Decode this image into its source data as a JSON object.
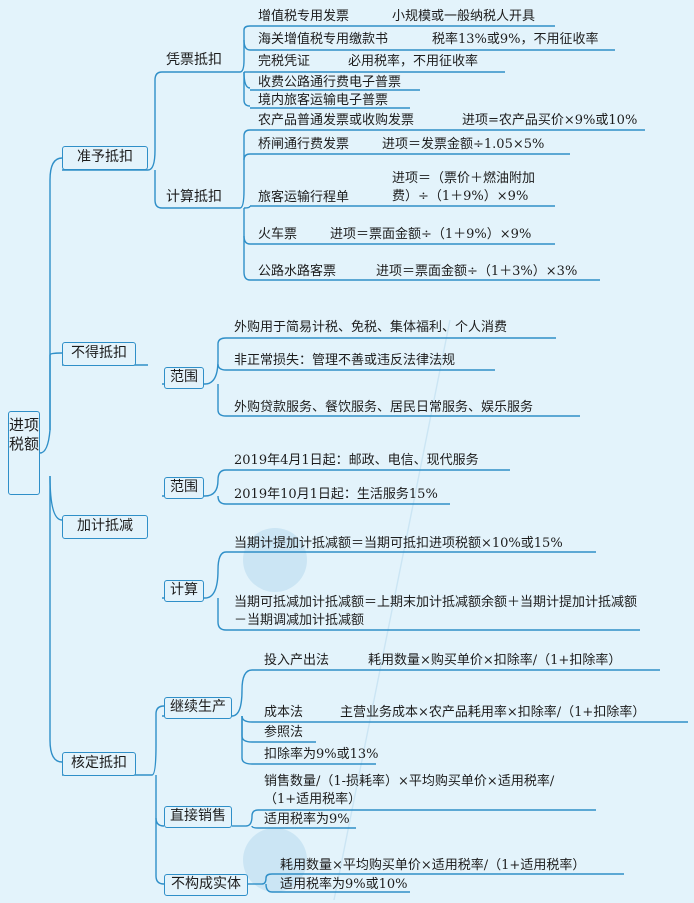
{
  "root": "进项税额",
  "branches": {
    "allow": {
      "label": "准予抵扣",
      "voucher": {
        "label": "凭票抵扣",
        "items": [
          {
            "name": "增值税专用发票",
            "note": "小规模或一般纳税人开具"
          },
          {
            "name": "海关增值税专用缴款书",
            "note": "税率13%或9%，不用征收率"
          },
          {
            "name": "完税凭证",
            "note": "必用税率，不用征收率"
          },
          {
            "name": "收费公路通行费电子普票",
            "note": ""
          },
          {
            "name": "境内旅客运输电子普票",
            "note": ""
          }
        ]
      },
      "calc": {
        "label": "计算抵扣",
        "items": [
          {
            "name": "农产品普通发票或收购发票",
            "note": "进项=农产品买价×9%或10%"
          },
          {
            "name": "桥闸通行费发票",
            "note": "进项＝发票金额÷1.05×5%"
          },
          {
            "name": "旅客运输行程单",
            "note": "进项＝（票价＋燃油附加费）÷（1＋9%）×9%"
          },
          {
            "name": "火车票",
            "note": "进项＝票面金额÷（1＋9%）×9%"
          },
          {
            "name": "公路水路客票",
            "note": "进项＝票面金额÷（1＋3%）×3%"
          }
        ]
      }
    },
    "deny": {
      "label": "不得抵扣",
      "scope": {
        "label": "范围",
        "items": [
          "外购用于简易计税、免税、集体福利、个人消费",
          "非正常损失：管理不善或违反法律法规",
          "外购贷款服务、餐饮服务、居民日常服务、娱乐服务"
        ]
      }
    },
    "plus": {
      "label": "加计抵减",
      "scope": {
        "label": "范围",
        "items": [
          "2019年4月1日起：邮政、电信、现代服务",
          "2019年10月1日起：生活服务15%"
        ]
      },
      "calc": {
        "label": "计算",
        "items": [
          "当期计提加计抵减额＝当期可抵扣进项税额×10%或15%",
          "当期可抵减加计抵减额＝上期末加计抵减额余额＋当期计提加计抵减额－当期调减加计抵减额"
        ]
      }
    },
    "verify": {
      "label": "核定抵扣",
      "continue": {
        "label": "继续生产",
        "items": [
          {
            "name": "投入产出法",
            "note": "耗用数量×购买单价×扣除率/（1+扣除率）"
          },
          {
            "name": "成本法",
            "note": "主营业务成本×农产品耗用率×扣除率/（1+扣除率）"
          },
          {
            "name": "参照法",
            "note": ""
          },
          {
            "name": "扣除率为9%或13%",
            "note": ""
          }
        ]
      },
      "direct": {
        "label": "直接销售",
        "items": [
          "销售数量/（1-损耗率）×平均购买单价×适用税率/（1+适用税率）",
          "适用税率为9%"
        ]
      },
      "nonentity": {
        "label": "不构成实体",
        "items": [
          "耗用数量×平均购买单价×适用税率/（1+适用税率）",
          "适用税率为9%或10%"
        ]
      }
    }
  }
}
